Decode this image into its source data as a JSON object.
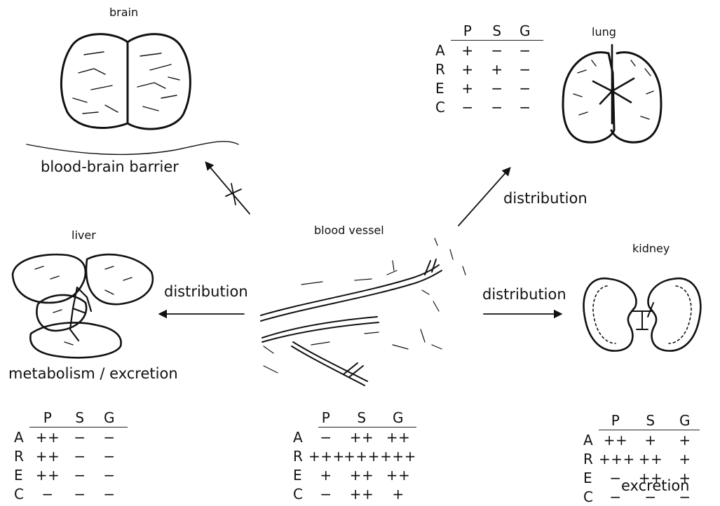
{
  "organs": {
    "brain": "brain",
    "lung": "lung",
    "liver": "liver",
    "kidney": "kidney",
    "blood_vessel": "blood vessel"
  },
  "labels": {
    "blood_brain_barrier": "blood-brain barrier",
    "distribution_lung": "distribution",
    "distribution_liver": "distribution",
    "distribution_kidney": "distribution",
    "liver_process": "metabolism / excretion",
    "kidney_process": "excretion"
  },
  "tables": {
    "lung": {
      "columns": [
        "P",
        "S",
        "G"
      ],
      "rows": [
        {
          "label": "A",
          "values": [
            "+",
            "−",
            "−"
          ]
        },
        {
          "label": "R",
          "values": [
            "+",
            "+",
            "−"
          ]
        },
        {
          "label": "E",
          "values": [
            "+",
            "−",
            "−"
          ]
        },
        {
          "label": "C",
          "values": [
            "−",
            "−",
            "−"
          ]
        }
      ]
    },
    "liver": {
      "columns": [
        "P",
        "S",
        "G"
      ],
      "rows": [
        {
          "label": "A",
          "values": [
            "++",
            "−",
            "−"
          ]
        },
        {
          "label": "R",
          "values": [
            "++",
            "−",
            "−"
          ]
        },
        {
          "label": "E",
          "values": [
            "++",
            "−",
            "−"
          ]
        },
        {
          "label": "C",
          "values": [
            "−",
            "−",
            "−"
          ]
        }
      ]
    },
    "vessel": {
      "columns": [
        "P",
        "S",
        "G"
      ],
      "rows": [
        {
          "label": "A",
          "values": [
            "−",
            "++",
            "++"
          ]
        },
        {
          "label": "R",
          "values": [
            "+++",
            "+++",
            "+++"
          ]
        },
        {
          "label": "E",
          "values": [
            "+",
            "++",
            "++"
          ]
        },
        {
          "label": "C",
          "values": [
            "−",
            "++",
            "+"
          ]
        }
      ]
    },
    "kidney": {
      "columns": [
        "P",
        "S",
        "G"
      ],
      "rows": [
        {
          "label": "A",
          "values": [
            "++",
            "+",
            "+"
          ]
        },
        {
          "label": "R",
          "values": [
            "+++",
            "++",
            "+"
          ]
        },
        {
          "label": "E",
          "values": [
            "−",
            "++",
            "+"
          ]
        },
        {
          "label": "C",
          "values": [
            "−",
            "−",
            "−"
          ]
        }
      ]
    }
  }
}
